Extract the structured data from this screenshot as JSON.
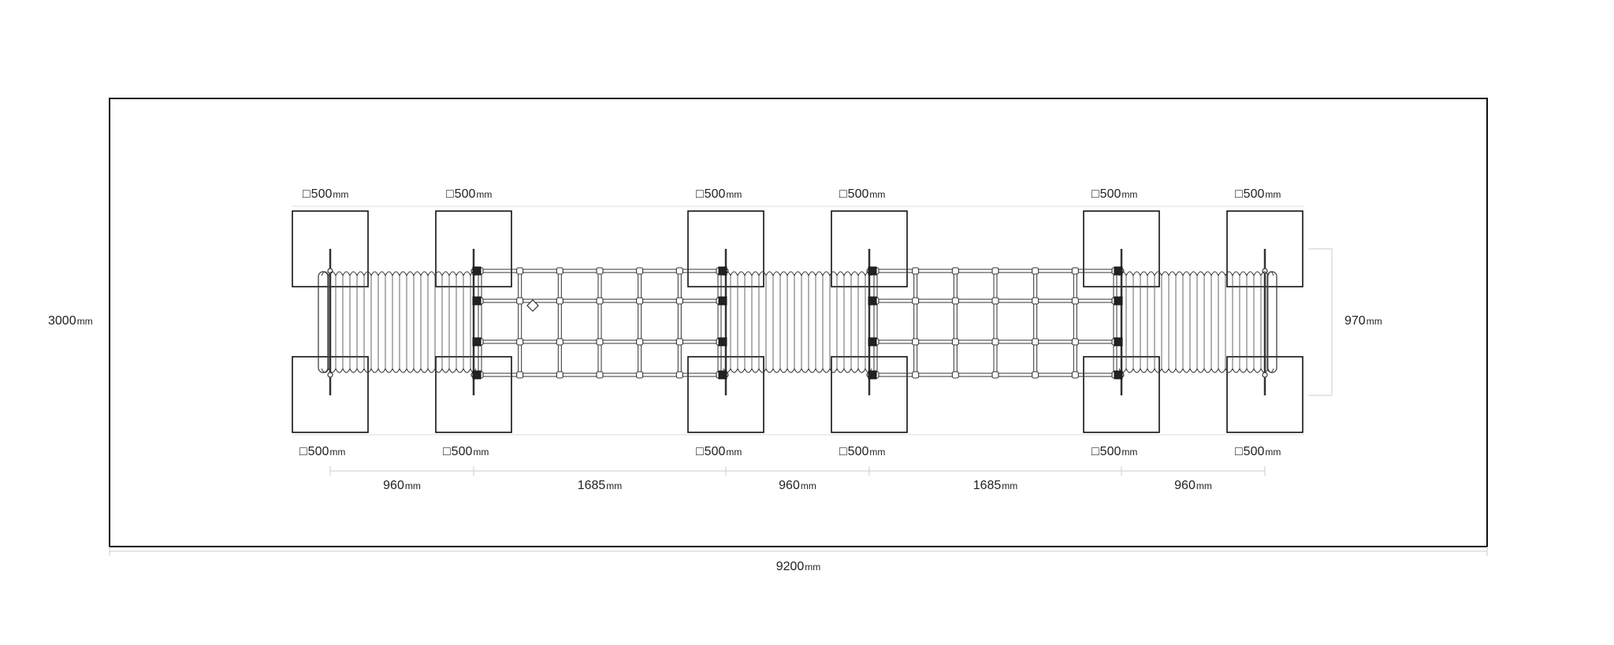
{
  "outer": {
    "width_label": "9200",
    "height_label": "3000",
    "unit": "mm"
  },
  "inner_height_label": "970",
  "footprint": {
    "symbol": "□",
    "size": "500",
    "unit": "mm"
  },
  "spacings": [
    {
      "value": "960",
      "unit": "mm"
    },
    {
      "value": "1685",
      "unit": "mm"
    },
    {
      "value": "960",
      "unit": "mm"
    },
    {
      "value": "1685",
      "unit": "mm"
    },
    {
      "value": "960",
      "unit": "mm"
    }
  ],
  "colors": {
    "line": "#111111",
    "dim_line": "#cccccc",
    "pipe": "#333333"
  }
}
